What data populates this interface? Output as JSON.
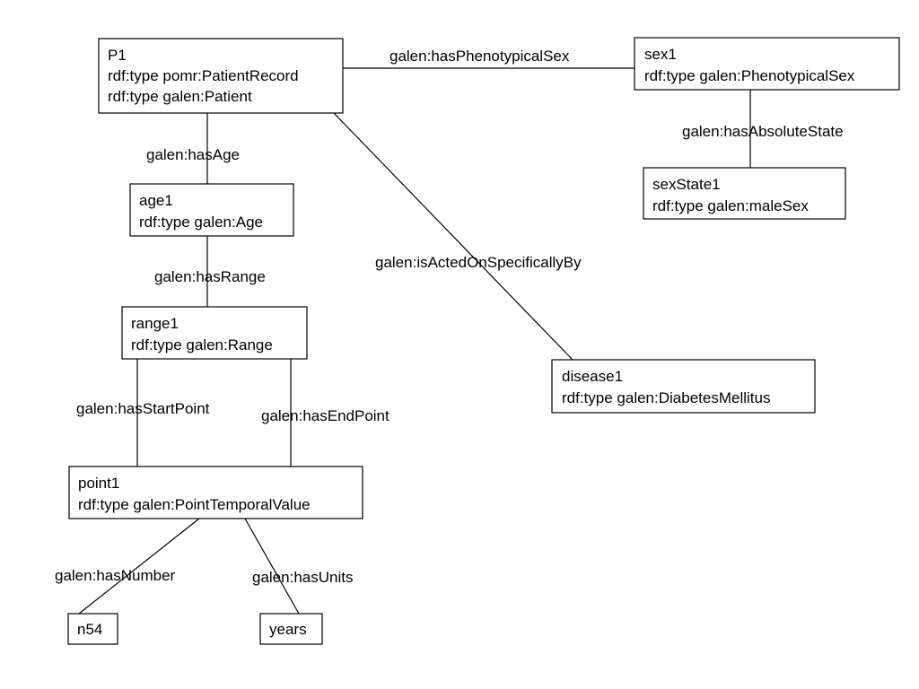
{
  "nodes": {
    "p1": {
      "lines": [
        "P1",
        "rdf:type pomr:PatientRecord",
        "rdf:type galen:Patient"
      ]
    },
    "sex1": {
      "lines": [
        "sex1",
        "rdf:type galen:PhenotypicalSex"
      ]
    },
    "sexState1": {
      "lines": [
        "sexState1",
        "rdf:type galen:maleSex"
      ]
    },
    "age1": {
      "lines": [
        "age1",
        "rdf:type galen:Age"
      ]
    },
    "range1": {
      "lines": [
        "range1",
        "rdf:type galen:Range"
      ]
    },
    "disease1": {
      "lines": [
        "disease1",
        "rdf:type galen:DiabetesMellitus"
      ]
    },
    "point1": {
      "lines": [
        "point1",
        "rdf:type galen:PointTemporalValue"
      ]
    },
    "n54": {
      "lines": [
        "n54"
      ]
    },
    "years": {
      "lines": [
        "years"
      ]
    }
  },
  "edges": {
    "hasPhenotypicalSex": {
      "label": "galen:hasPhenotypicalSex",
      "from": "P1",
      "to": "sex1"
    },
    "hasAbsoluteState": {
      "label": "galen:hasAbsoluteState",
      "from": "sex1",
      "to": "sexState1"
    },
    "hasAge": {
      "label": "galen:hasAge",
      "from": "P1",
      "to": "age1"
    },
    "hasRange": {
      "label": "galen:hasRange",
      "from": "age1",
      "to": "range1"
    },
    "isActedOnSpecificallyBy": {
      "label": "galen:isActedOnSpecificallyBy",
      "from": "P1",
      "to": "disease1"
    },
    "hasStartPoint": {
      "label": "galen:hasStartPoint",
      "from": "range1",
      "to": "point1"
    },
    "hasEndPoint": {
      "label": "galen:hasEndPoint",
      "from": "range1",
      "to": "point1"
    },
    "hasNumber": {
      "label": "galen:hasNumber",
      "from": "point1",
      "to": "n54"
    },
    "hasUnits": {
      "label": "galen:hasUnits",
      "from": "point1",
      "to": "years"
    }
  }
}
